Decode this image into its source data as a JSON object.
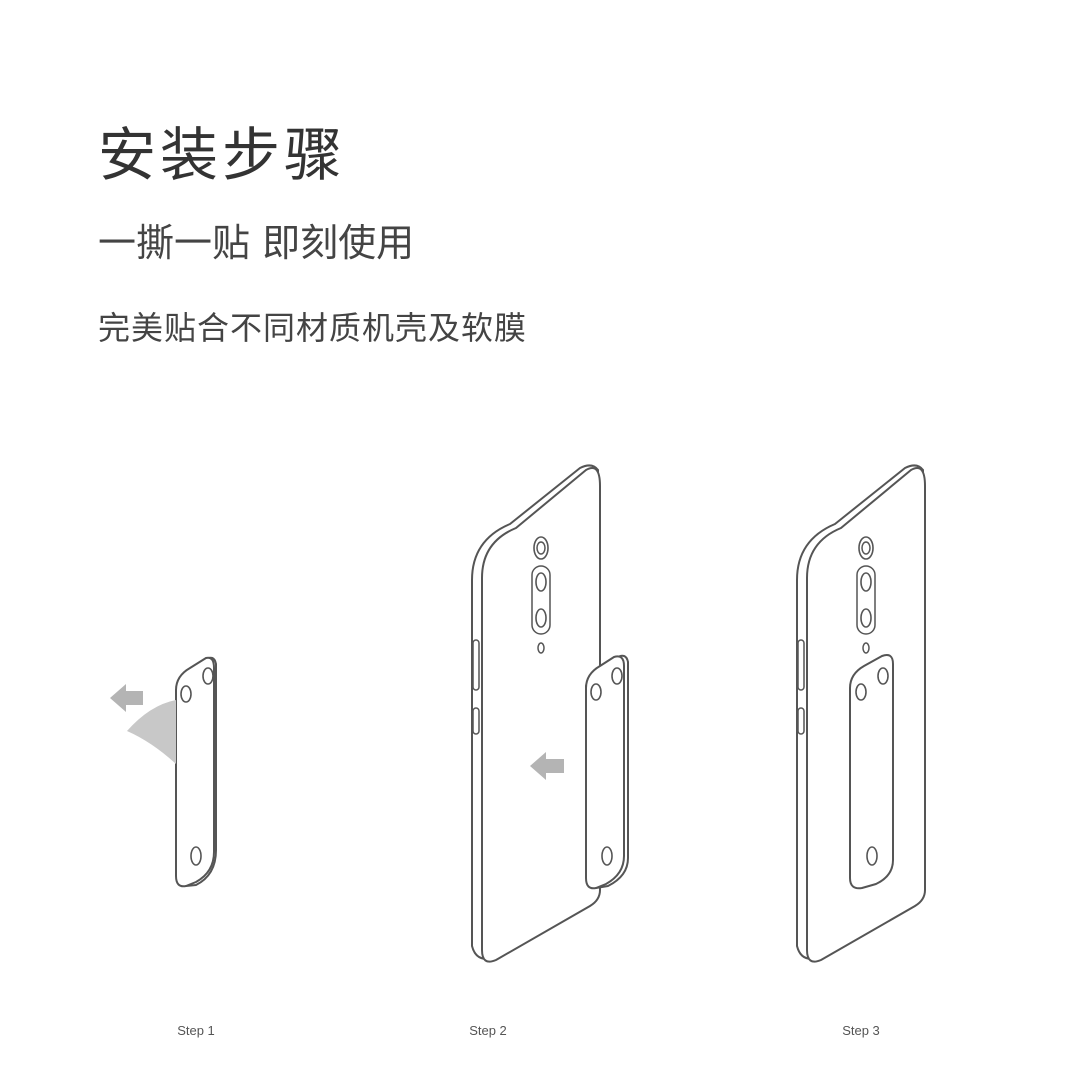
{
  "header": {
    "title": "安装步骤",
    "subtitle": "一撕一贴 即刻使用",
    "description": "完美贴合不同材质机壳及软膜"
  },
  "steps": [
    {
      "label": "Step 1"
    },
    {
      "label": "Step 2"
    },
    {
      "label": "Step 3"
    }
  ],
  "colors": {
    "text": "#333333",
    "line": "#555555",
    "arrow": "#b4b4b4"
  }
}
